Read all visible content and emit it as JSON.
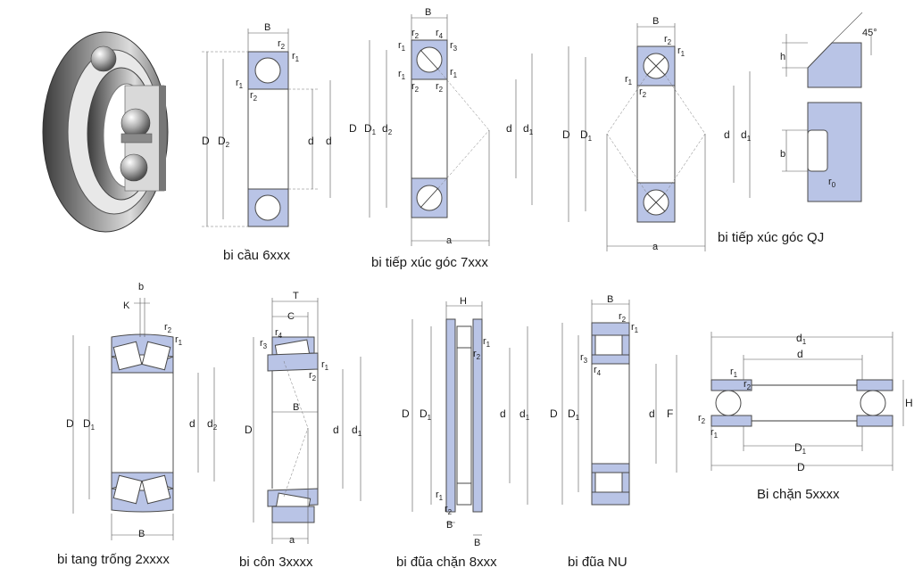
{
  "captions": {
    "ball_6xxx": "bi cầu 6xxx",
    "angular_7xxx": "bi tiếp xúc góc 7xxx",
    "angular_qj": "bi tiếp xúc góc QJ",
    "spherical_2xxxx": "bi tang trống 2xxxx",
    "taper_3xxxx": "bi côn 3xxxx",
    "thrust_roller_8xxx": "bi đũa chặn 8xxx",
    "roller_nu": "bi đũa NU",
    "thrust_ball_5xxxx": "Bi chặn 5xxxx"
  },
  "labels": {
    "B": "B",
    "D": "D",
    "D1": "D",
    "D2": "D",
    "d": "d",
    "d1": "d",
    "d2": "d",
    "r": "r",
    "a": "a",
    "h": "h",
    "b": "b",
    "K": "K",
    "T": "T",
    "C": "C",
    "H": "H",
    "F": "F",
    "angle": "45°",
    "sub1": "1",
    "sub2": "2",
    "sub3": "3",
    "sub4": "4",
    "sub0": "0"
  },
  "colors": {
    "steel": "#b9c4e6",
    "outline": "#4a4a4a",
    "text": "#1a1a1a",
    "background": "#ffffff"
  },
  "icons": {
    "photo": "ball-bearing-3d-render"
  }
}
